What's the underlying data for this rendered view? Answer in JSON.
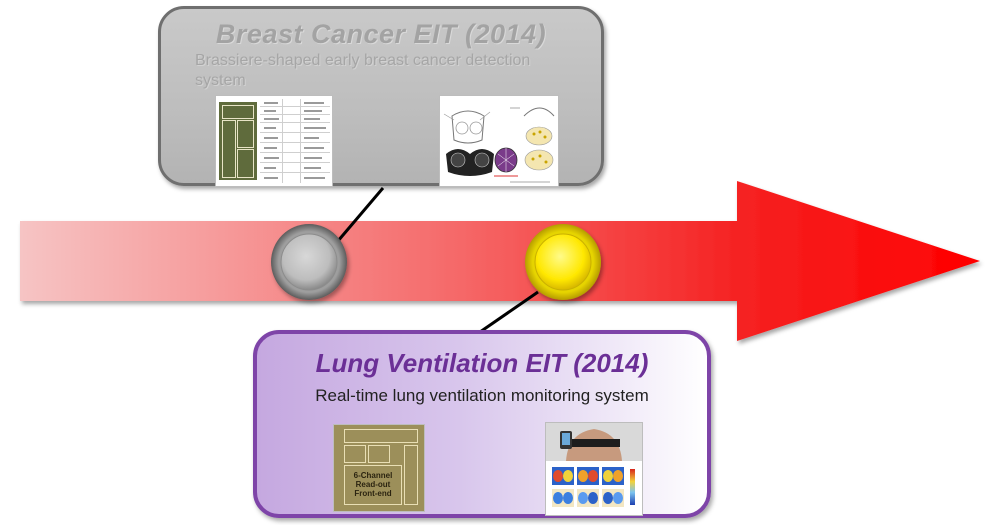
{
  "timeline": {
    "arrow_colors": {
      "start": "#f6c4c4",
      "end": "#ff0000"
    },
    "milestones": [
      {
        "id": "breast",
        "state": "past",
        "color": "#bdbdbd"
      },
      {
        "id": "lung",
        "state": "current",
        "color": "#ffee00"
      }
    ]
  },
  "cards": {
    "breast": {
      "title": "Breast Cancer EIT (2014)",
      "subtitle": "Brassiere-shaped early breast cancer detection system",
      "border_color": "#6f6f6f",
      "title_color": "#a3a3a3"
    },
    "lung": {
      "title": "Lung Ventilation EIT (2014)",
      "subtitle": "Real-time lung ventilation monitoring system",
      "border_color": "#7e44a8",
      "title_color": "#6b2f96",
      "chip_labels": {
        "channel": "6-Channel\nRead-out\nFront-end"
      }
    }
  }
}
